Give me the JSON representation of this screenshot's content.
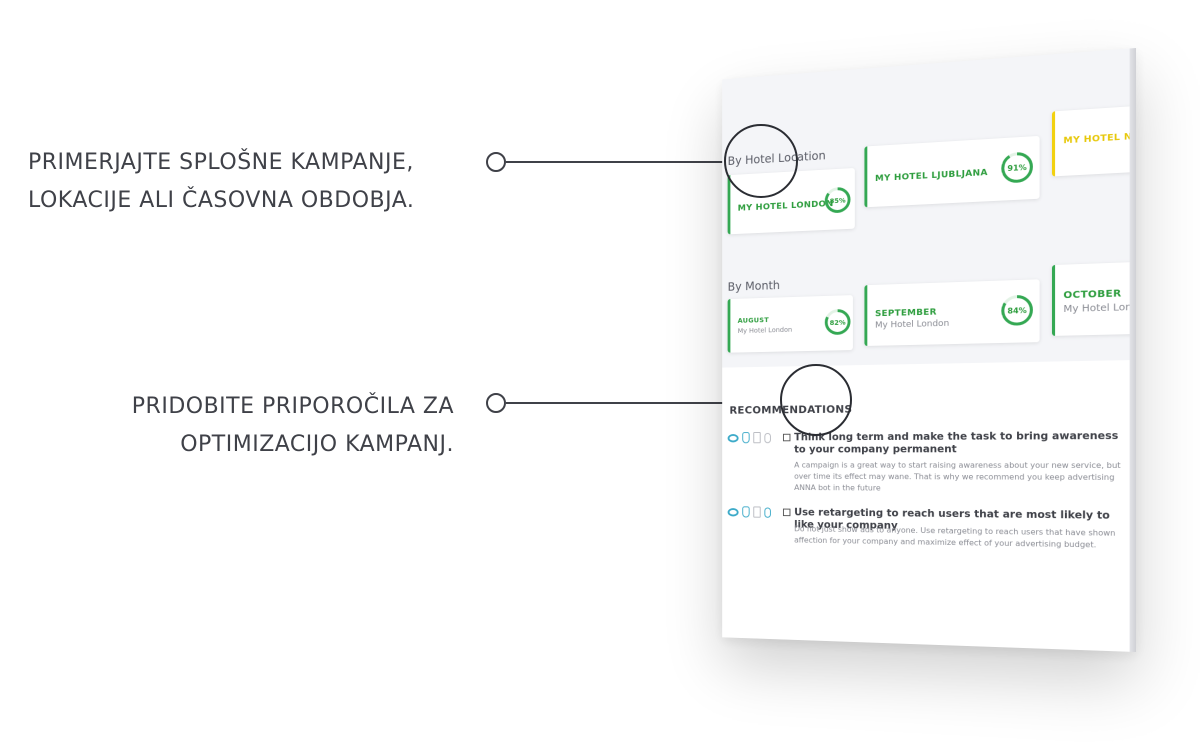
{
  "callouts": [
    {
      "lines": [
        "PRIMERJAJTE SPLOŠNE KAMPANJE,",
        "LOKACIJE ALI ČASOVNA OBDOBJA."
      ]
    },
    {
      "lines": [
        "PRIDOBITE PRIPOROČILA ZA",
        "OPTIMIZACIJO KAMPANJ."
      ]
    }
  ],
  "by_location": {
    "label": "By Hotel Location",
    "cards": [
      {
        "name": "MY HOTEL LONDON",
        "percent": 85,
        "percent_label": "85%",
        "color": "#34a853"
      },
      {
        "name": "MY HOTEL LJUBLJANA",
        "percent": 91,
        "percent_label": "91%",
        "color": "#34a853"
      },
      {
        "name": "MY HOTEL N",
        "color": "#f2d10f"
      }
    ]
  },
  "by_month": {
    "label": "By Month",
    "cards": [
      {
        "name": "AUGUST",
        "sub": "My Hotel London",
        "percent": 82,
        "percent_label": "82%",
        "color": "#34a853"
      },
      {
        "name": "SEPTEMBER",
        "sub": "My Hotel London",
        "percent": 84,
        "percent_label": "84%",
        "color": "#34a853"
      },
      {
        "name": "OCTOBER",
        "sub": "My Hotel Lon",
        "color": "#34a853"
      }
    ]
  },
  "recommendations": {
    "title": "RECOMMENDATIONS",
    "items": [
      {
        "title": "Think long term and make the task to bring awareness to your company permanent",
        "body": "A campaign is a great way to start raising awareness about your new service, but over time its effect may wane. That is why we recommend you keep advertising ANNA bot in the future"
      },
      {
        "title": "Use retargeting to reach users that are most likely to like your company",
        "body": "Do not just show ads to anyone. Use retargeting to reach users that have shown affection for your company and maximize effect of your advertising budget."
      }
    ]
  },
  "icons": [
    "eye-icon",
    "hand-icon",
    "document-icon",
    "microphone-icon"
  ]
}
